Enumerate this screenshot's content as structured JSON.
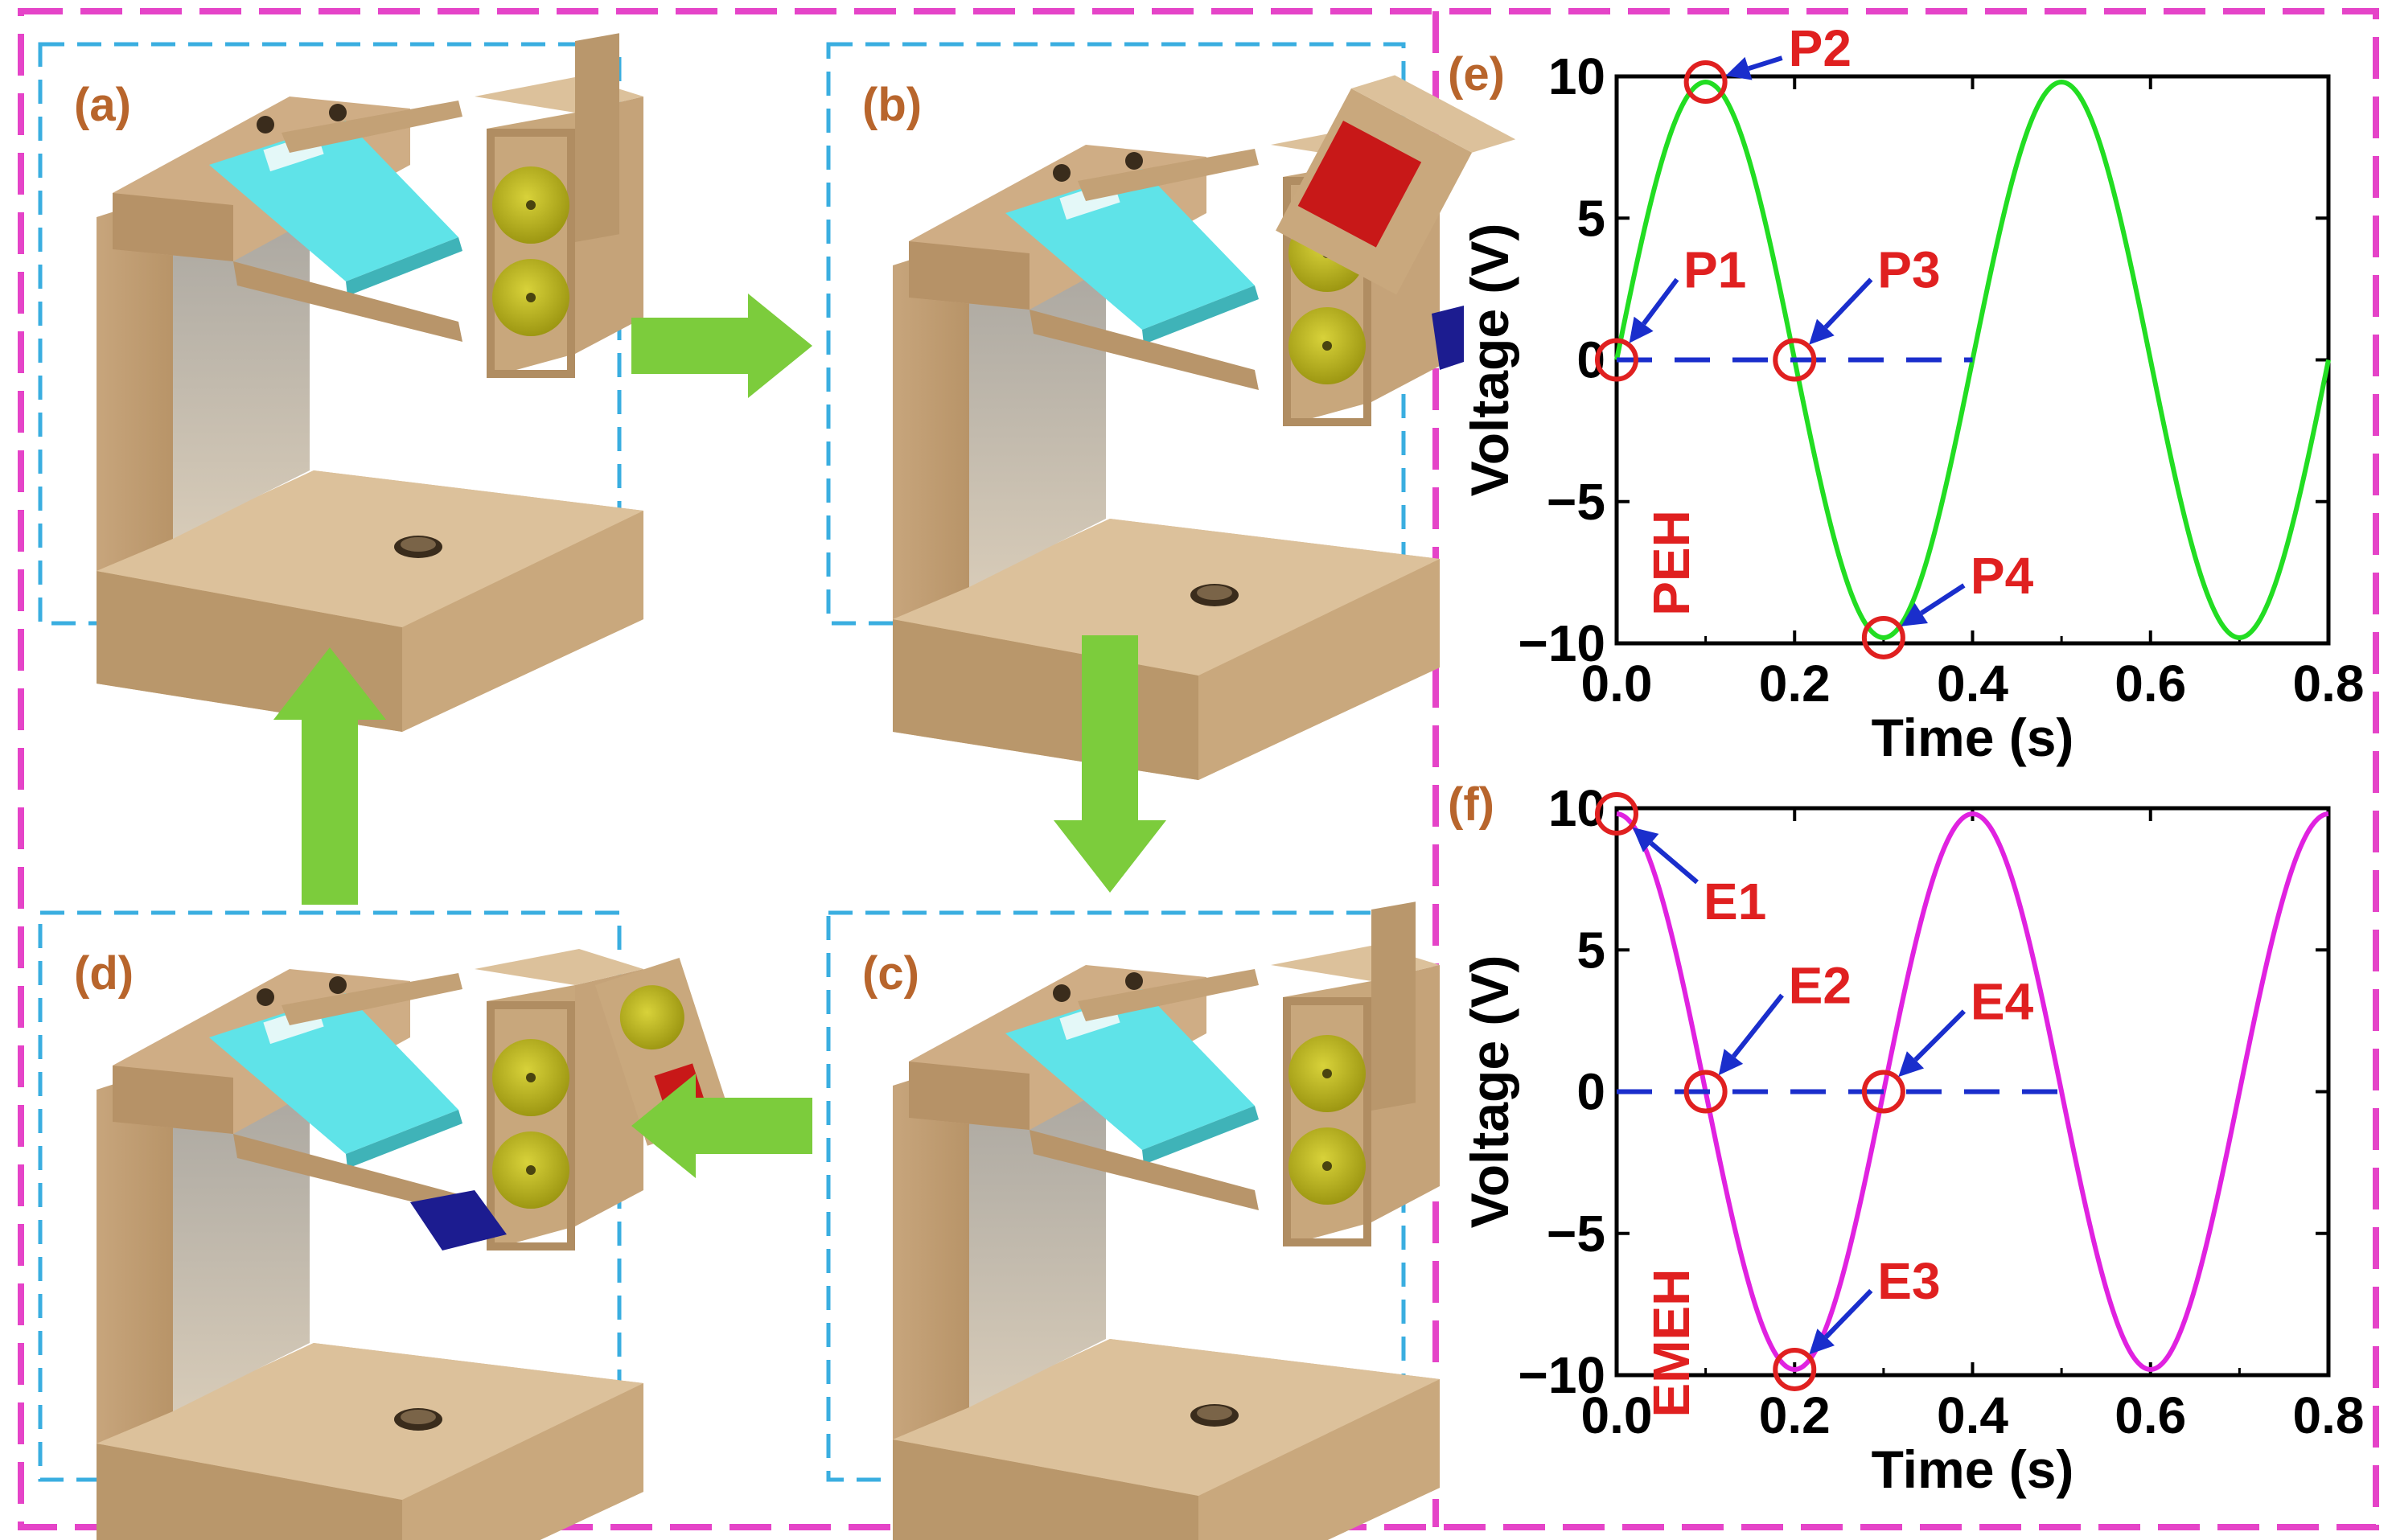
{
  "panels": {
    "a": {
      "label": "(a)"
    },
    "b": {
      "label": "(b)"
    },
    "c": {
      "label": "(c)"
    },
    "d": {
      "label": "(d)"
    }
  },
  "colors": {
    "outer_border": "#e544c8",
    "panel_border": "#3aaee0",
    "cycle_arrow": "#7ccc3c",
    "panel_label": "#b8652c",
    "wood": "#cfad85",
    "piezo_beam": "#5fe3e8",
    "coil": "#c4bd1c",
    "magnet_red": "#c81818",
    "magnet_blue": "#1c1c90",
    "peh_curve": "#22dd22",
    "emeh_curve": "#e022e0",
    "zero_line": "#1a2ecc",
    "marker": "#e02020",
    "annotation_text": "#e02020",
    "annotation_arrow": "#1a2ecc"
  },
  "icons": [
    "green-cycle-arrow",
    "energy-harvester-device"
  ],
  "chart_data": [
    {
      "type": "line",
      "panel": "(e)",
      "tag": "PEH",
      "xlabel": "Time (s)",
      "ylabel": "Voltage (V)",
      "xlim": [
        0,
        0.8
      ],
      "ylim": [
        -10,
        10
      ],
      "xticks": [
        0.0,
        0.2,
        0.4,
        0.6,
        0.8
      ],
      "xtick_labels": [
        "0.0",
        "0.2",
        "0.4",
        "0.6",
        "0.8"
      ],
      "yticks": [
        -10,
        -5,
        0,
        5,
        10
      ],
      "ytick_labels": [
        "−10",
        "−5",
        "0",
        "5",
        "10"
      ],
      "series": [
        {
          "style": "solid",
          "function": "sin",
          "amplitude": 9.8,
          "period": 0.4,
          "x_range": [
            0,
            0.8
          ]
        },
        {
          "style": "dashed",
          "function": "constant",
          "value": 0,
          "x_range": [
            0,
            0.4
          ]
        }
      ],
      "annotations": [
        {
          "label": "P1",
          "x": 0.0,
          "y": 0
        },
        {
          "label": "P2",
          "x": 0.1,
          "y": 9.8
        },
        {
          "label": "P3",
          "x": 0.2,
          "y": 0
        },
        {
          "label": "P4",
          "x": 0.3,
          "y": -9.8
        }
      ]
    },
    {
      "type": "line",
      "panel": "(f)",
      "tag": "EMEH",
      "xlabel": "Time (s)",
      "ylabel": "Voltage (V)",
      "xlim": [
        0,
        0.8
      ],
      "ylim": [
        -10,
        10
      ],
      "xticks": [
        0.0,
        0.2,
        0.4,
        0.6,
        0.8
      ],
      "xtick_labels": [
        "0.0",
        "0.2",
        "0.4",
        "0.6",
        "0.8"
      ],
      "yticks": [
        -10,
        -5,
        0,
        5,
        10
      ],
      "ytick_labels": [
        "−10",
        "−5",
        "0",
        "5",
        "10"
      ],
      "series": [
        {
          "style": "solid",
          "function": "cos",
          "amplitude": 9.8,
          "period": 0.4,
          "x_range": [
            0,
            0.8
          ]
        },
        {
          "style": "dashed",
          "function": "constant",
          "value": 0,
          "x_range": [
            0,
            0.5
          ]
        }
      ],
      "annotations": [
        {
          "label": "E1",
          "x": 0.0,
          "y": 9.8
        },
        {
          "label": "E2",
          "x": 0.1,
          "y": 0
        },
        {
          "label": "E3",
          "x": 0.2,
          "y": -9.8
        },
        {
          "label": "E4",
          "x": 0.3,
          "y": 0
        }
      ]
    }
  ]
}
